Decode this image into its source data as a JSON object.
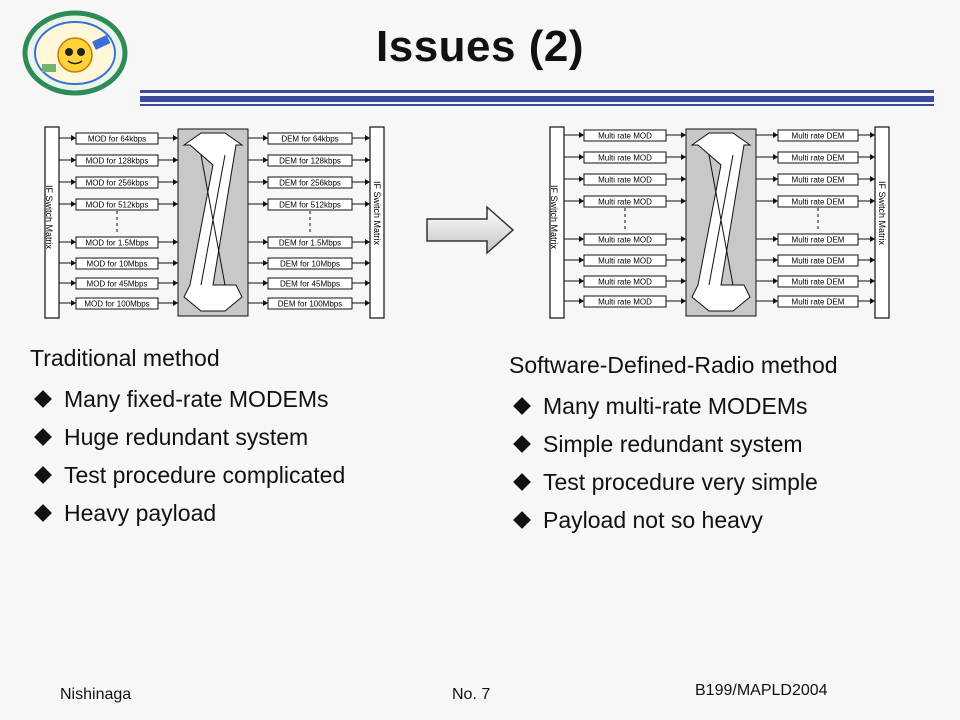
{
  "slide": {
    "title": "Issues (2)",
    "logo_icon": "conference-emblem-logo"
  },
  "diagrams": {
    "left": {
      "side_label": "IF Switch Matrix",
      "modulators": [
        "MOD for 64kbps",
        "MOD for 128kbps",
        "MOD for 256kbps",
        "MOD for 512kbps",
        "MOD for 1.5Mbps",
        "MOD for 10Mbps",
        "MOD for 45Mbps",
        "MOD for 100Mbps"
      ],
      "demodulators": [
        "DEM for 64kbps",
        "DEM for 128kbps",
        "DEM for 256kbps",
        "DEM for 512kbps",
        "DEM for 1.5Mbps",
        "DEM for 10Mbps",
        "DEM for 45Mbps",
        "DEM for 100Mbps"
      ]
    },
    "right": {
      "side_label": "IF Switch Matrix",
      "modulators": [
        "Multi rate MOD",
        "Multi rate MOD",
        "Multi rate MOD",
        "Multi rate MOD",
        "Multi rate MOD",
        "Multi rate MOD",
        "Multi rate MOD",
        "Multi rate MOD"
      ],
      "demodulators": [
        "Multi rate DEM",
        "Multi rate DEM",
        "Multi rate DEM",
        "Multi rate DEM",
        "Multi rate DEM",
        "Multi rate DEM",
        "Multi rate DEM",
        "Multi rate DEM"
      ]
    },
    "transition_icon": "right-arrow-icon"
  },
  "traditional": {
    "heading": "Traditional method",
    "points": [
      "Many fixed-rate MODEMs",
      "Huge redundant system",
      "Test procedure complicated",
      "Heavy payload"
    ]
  },
  "sdr": {
    "heading": "Software-Defined-Radio method",
    "points": [
      "Many multi-rate MODEMs",
      "Simple redundant system",
      "Test procedure very simple",
      "Payload not so heavy"
    ]
  },
  "footer": {
    "author": "Nishinaga",
    "page": "No. 7",
    "reference": "B199/MAPLD2004"
  },
  "colors": {
    "title_rule": "#3c4a9b",
    "switch_fabric": "#c8c8c8",
    "logo_green": "#2e8b57",
    "logo_blue": "#3a6fd8",
    "logo_yellow": "#ffd23a"
  }
}
